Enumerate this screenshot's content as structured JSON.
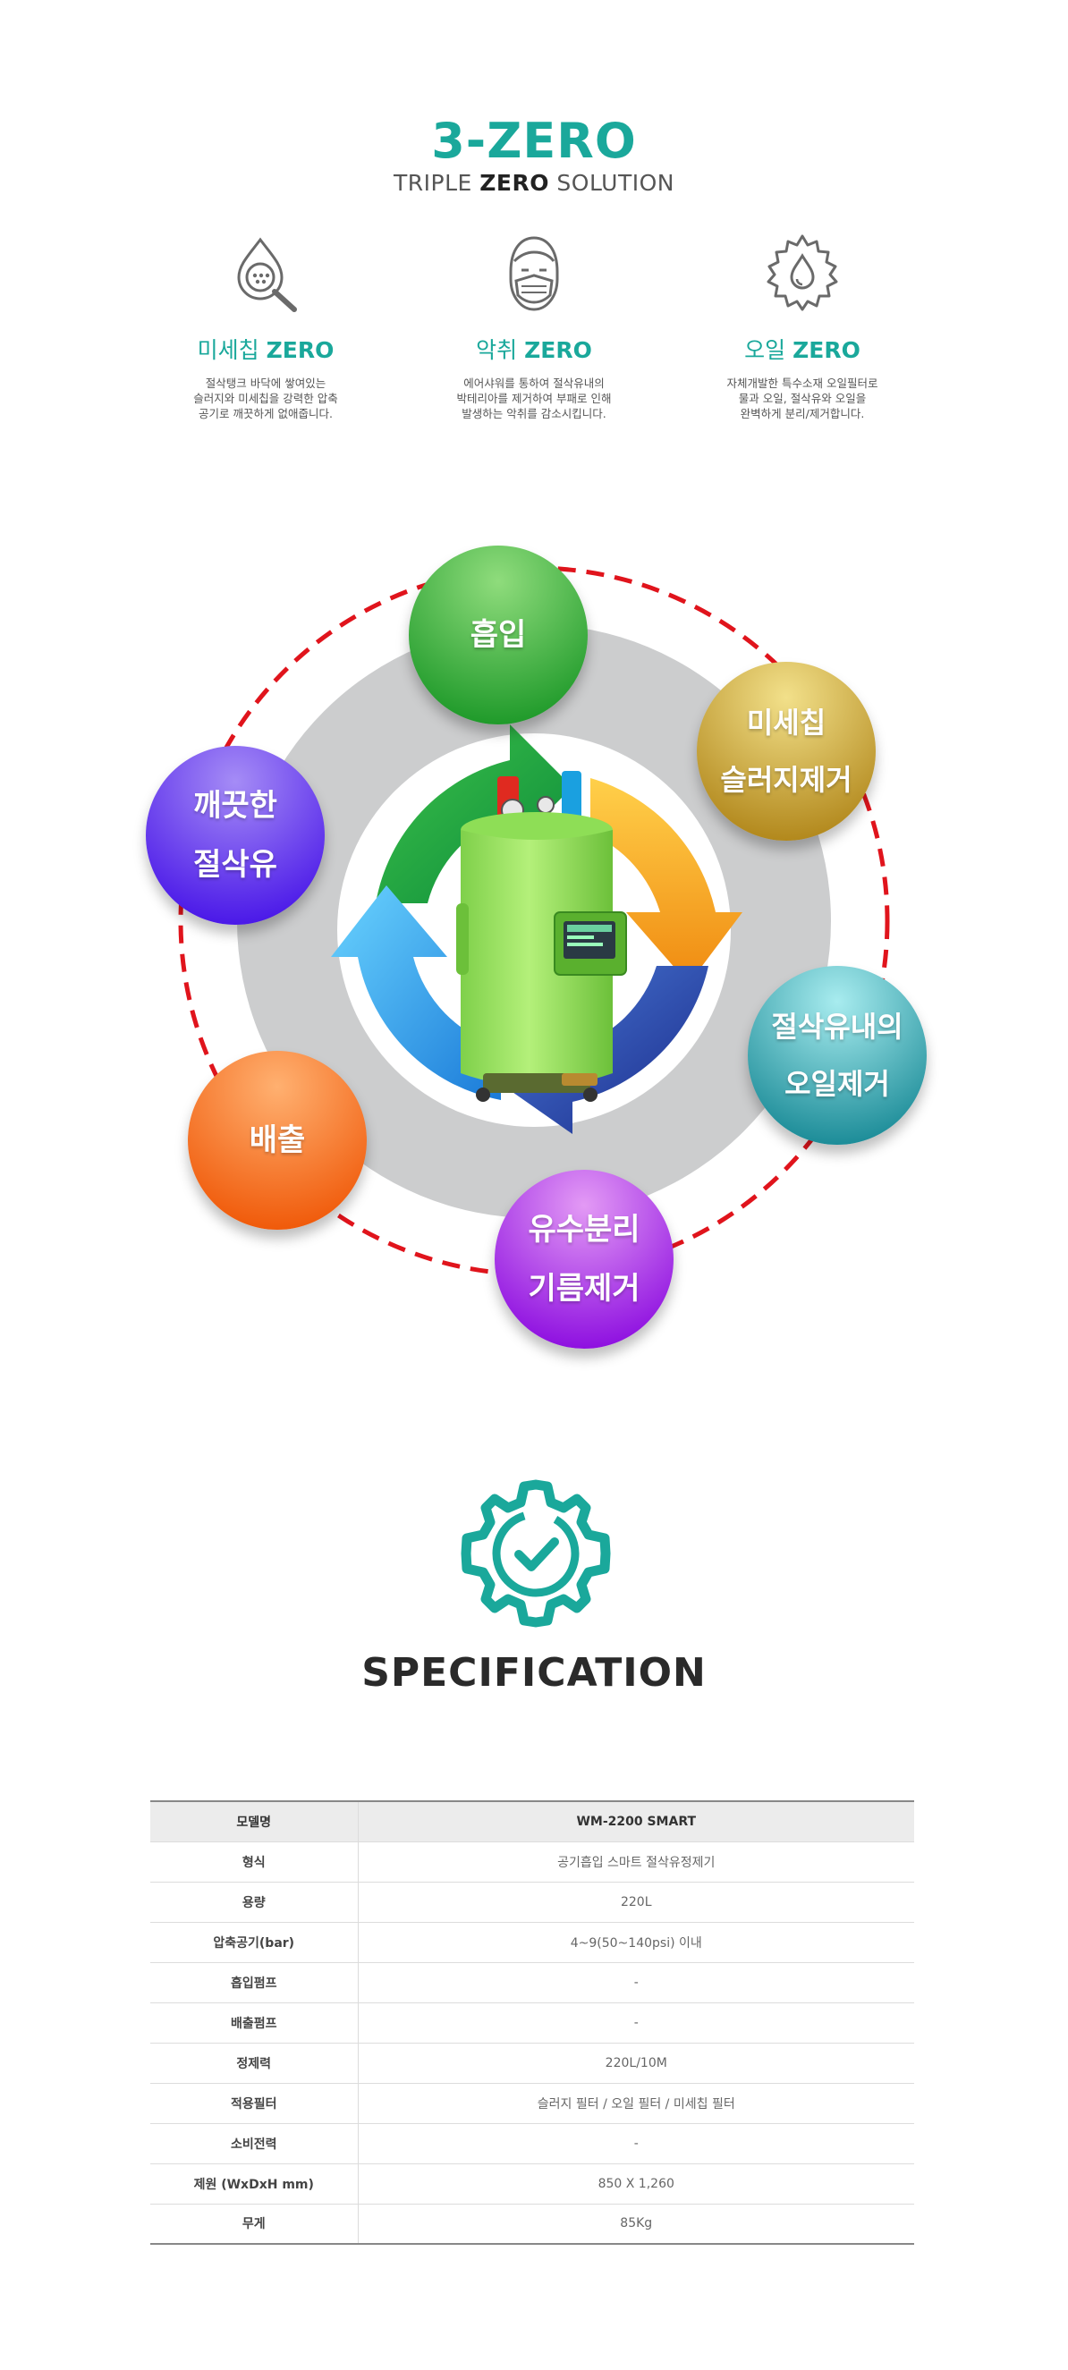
{
  "hero": {
    "title": "3-ZERO",
    "subtitle_pre": "TRIPLE ",
    "subtitle_bold": "ZERO",
    "subtitle_post": " SOLUTION"
  },
  "features": [
    {
      "icon": "magnifier-drop-icon",
      "name": "미세칩 ",
      "zero": "ZERO",
      "desc": [
        "절삭탱크 바닥에 쌓여있는",
        "슬러지와 미세칩을 강력한 압축",
        "공기로 깨끗하게 없애줍니다."
      ]
    },
    {
      "icon": "mask-face-icon",
      "name": "악취 ",
      "zero": "ZERO",
      "desc": [
        "에어샤워를 통하여 절삭유내의",
        "박테리아를 제거하여 부패로 인해",
        "발생하는 악취를 감소시킵니다."
      ]
    },
    {
      "icon": "oil-gear-icon",
      "name": "오일 ",
      "zero": "ZERO",
      "desc": [
        "자체개발한 특수소재 오일필터로",
        "물과 오일, 절삭유와 오일을",
        "완벽하게 분리/제거합니다."
      ]
    }
  ],
  "cycle": {
    "nodes": [
      {
        "id": "suction",
        "lines": [
          "흡입"
        ],
        "color_top": "#8fdc7c",
        "color_bottom": "#1f9a2a"
      },
      {
        "id": "fine-chip",
        "lines": [
          "미세칩",
          "슬러지제거"
        ],
        "color_top": "#f2e08a",
        "color_bottom": "#b2881c"
      },
      {
        "id": "oil-removal",
        "lines": [
          "절삭유내의",
          "오일제거"
        ],
        "color_top": "#a8ecef",
        "color_bottom": "#1c8c98"
      },
      {
        "id": "separation",
        "lines": [
          "유수분리",
          "기름제거"
        ],
        "color_top": "#e39af5",
        "color_bottom": "#8e10e0"
      },
      {
        "id": "discharge",
        "lines": [
          "배출"
        ],
        "color_top": "#ffb070",
        "color_bottom": "#f05a0a"
      },
      {
        "id": "clean-oil",
        "lines": [
          "깨끗한",
          "절삭유"
        ],
        "color_top": "#a58cf6",
        "color_bottom": "#4a18e8"
      }
    ],
    "dash_color": "#e0141c",
    "ring_color": "#cccdce"
  },
  "spec": {
    "icon": "gear-check-icon",
    "title": "SPECIFICATION",
    "header": {
      "key": "모델명",
      "value": "WM-2200 SMART"
    },
    "rows": [
      {
        "key": "형식",
        "value": "공기흡입 스마트 절삭유정제기"
      },
      {
        "key": "용량",
        "value": "220L"
      },
      {
        "key": "압축공기(bar)",
        "value": "4~9(50~140psi) 이내"
      },
      {
        "key": "흡입펌프",
        "value": "-"
      },
      {
        "key": "배출펌프",
        "value": "-"
      },
      {
        "key": "정제력",
        "value": "220L/10M"
      },
      {
        "key": "적용필터",
        "value": "슬러지 필터 / 오일 필터 / 미세칩 필터"
      },
      {
        "key": "소비전력",
        "value": "-"
      },
      {
        "key": "제원 (WxDxH mm)",
        "value": "850 X 1,260"
      },
      {
        "key": "무게",
        "value": "85Kg"
      }
    ]
  }
}
